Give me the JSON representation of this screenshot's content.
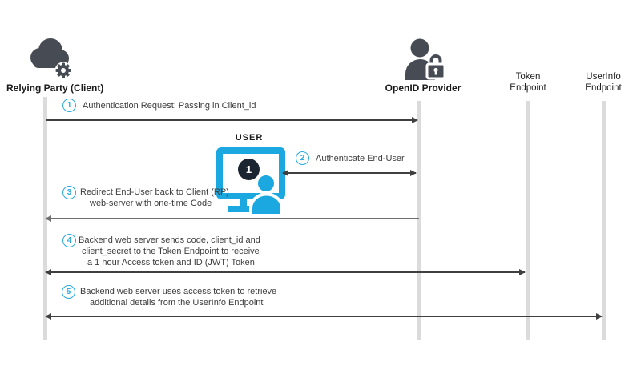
{
  "colors": {
    "accent_cyan": "#29ABE2",
    "monitor_cyan": "#1BA7E0",
    "icon_charcoal": "#474C54",
    "badge_navy": "#1B2531",
    "lifeline_gray": "#DBDBDB",
    "arrow_dark": "#3F3F3F",
    "arrow_muted": "#6F6F6F"
  },
  "actors": {
    "relying_party": {
      "label": "Relying Party (Client)",
      "icon": "cloud-gear-icon"
    },
    "openid_provider": {
      "label": "OpenID Provider",
      "icon": "user-lock-icon"
    },
    "token_endpoint": {
      "line1": "Token",
      "line2": "Endpoint"
    },
    "userinfo_endpoint": {
      "line1": "UserInfo",
      "line2": "Endpoint"
    }
  },
  "user_session": {
    "label": "USER",
    "screen_badge": "1"
  },
  "steps": [
    {
      "num": "1",
      "lines": [
        "Authentication Request: Passing in Client_id"
      ]
    },
    {
      "num": "2",
      "lines": [
        "Authenticate End-User"
      ]
    },
    {
      "num": "3",
      "lines": [
        "Redirect End-User back to Client (RP)",
        "web-server with one-time Code"
      ]
    },
    {
      "num": "4",
      "lines": [
        "Backend web server sends code, client_id and",
        "client_secret to the Token Endpoint to receive",
        "a 1 hour Access token and ID (JWT) Token"
      ]
    },
    {
      "num": "5",
      "lines": [
        "Backend web server uses access token to retrieve",
        "additional details from the UserInfo Endpoint"
      ]
    }
  ]
}
